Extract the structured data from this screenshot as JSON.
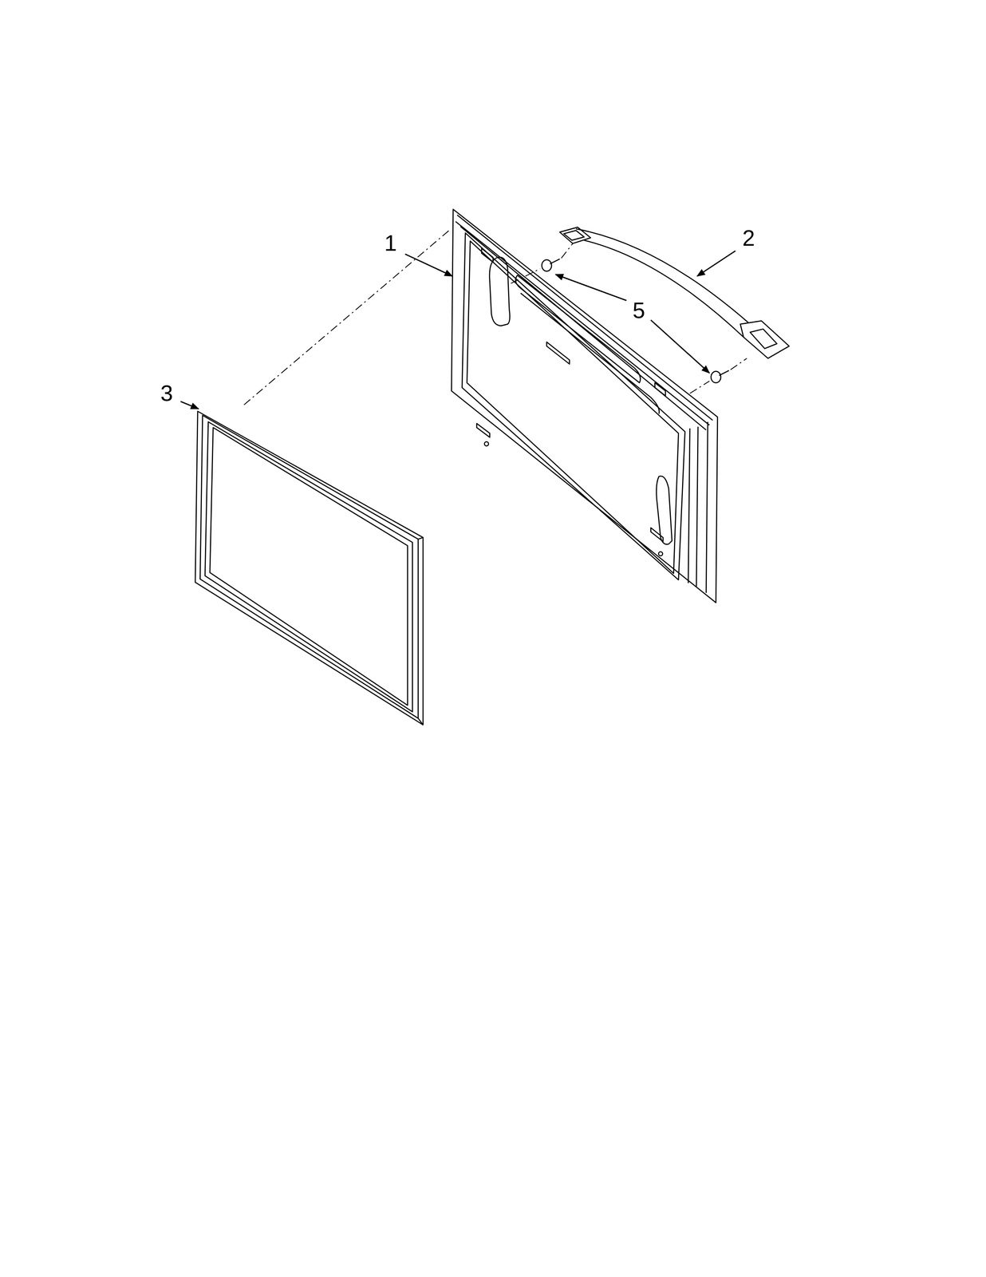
{
  "diagram": {
    "labels": [
      "1",
      "2",
      "5",
      "3"
    ]
  }
}
